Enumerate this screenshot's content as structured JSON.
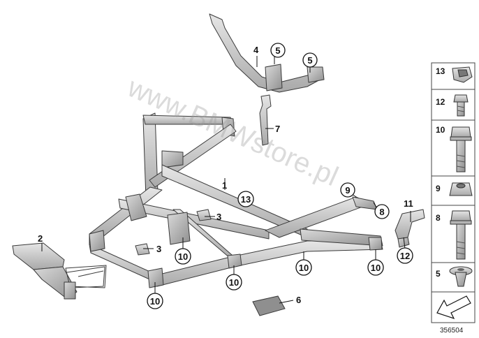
{
  "watermark": "www.BMWstore.pl",
  "callouts": [
    {
      "id": "c1",
      "label": "1",
      "circled": false
    },
    {
      "id": "c2",
      "label": "2",
      "circled": false
    },
    {
      "id": "c3a",
      "label": "3",
      "circled": false
    },
    {
      "id": "c3b",
      "label": "3",
      "circled": false
    },
    {
      "id": "c4",
      "label": "4",
      "circled": false
    },
    {
      "id": "c5a",
      "label": "5",
      "circled": true
    },
    {
      "id": "c5b",
      "label": "5",
      "circled": true
    },
    {
      "id": "c6",
      "label": "6",
      "circled": false
    },
    {
      "id": "c7",
      "label": "7",
      "circled": false
    },
    {
      "id": "c8",
      "label": "8",
      "circled": true
    },
    {
      "id": "c9",
      "label": "9",
      "circled": true
    },
    {
      "id": "c10a",
      "label": "10",
      "circled": true
    },
    {
      "id": "c10b",
      "label": "10",
      "circled": true
    },
    {
      "id": "c10c",
      "label": "10",
      "circled": true
    },
    {
      "id": "c10d",
      "label": "10",
      "circled": true
    },
    {
      "id": "c10e",
      "label": "10",
      "circled": true
    },
    {
      "id": "c11",
      "label": "11",
      "circled": false
    },
    {
      "id": "c12",
      "label": "12",
      "circled": true
    },
    {
      "id": "c13",
      "label": "13",
      "circled": true
    }
  ],
  "legend": [
    {
      "label": "13",
      "icon": "clip-nut-icon"
    },
    {
      "label": "12",
      "icon": "hex-bolt-small-icon"
    },
    {
      "label": "10",
      "icon": "hex-bolt-flange-icon"
    },
    {
      "label": "9",
      "icon": "hex-nut-icon"
    },
    {
      "label": "8",
      "icon": "hex-bolt-long-icon"
    },
    {
      "label": "5",
      "icon": "rivet-nut-icon"
    }
  ],
  "diagram_number": "356504",
  "colors": {
    "part_fill": "#cfcfcf",
    "part_dark": "#9d9d9d",
    "stroke": "#3a3a3a"
  }
}
